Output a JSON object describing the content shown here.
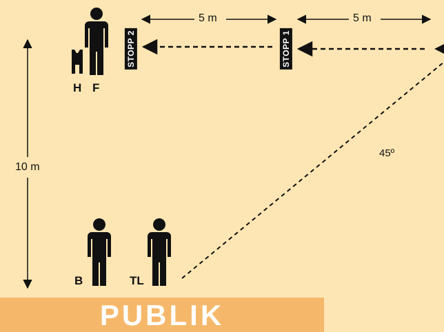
{
  "labels": {
    "distance_1": "5 m",
    "distance_2": "5 m",
    "height": "10 m",
    "angle": "45º",
    "stop_1": "STOPP 1",
    "stop_2": "STOPP 2",
    "dog": "H",
    "handler": "F",
    "person_b": "B",
    "leader": "TL",
    "audience": "PUBLIK"
  },
  "colors": {
    "background": "#fde6b3",
    "audience_bar": "#f5b86a",
    "ink": "#111111"
  }
}
